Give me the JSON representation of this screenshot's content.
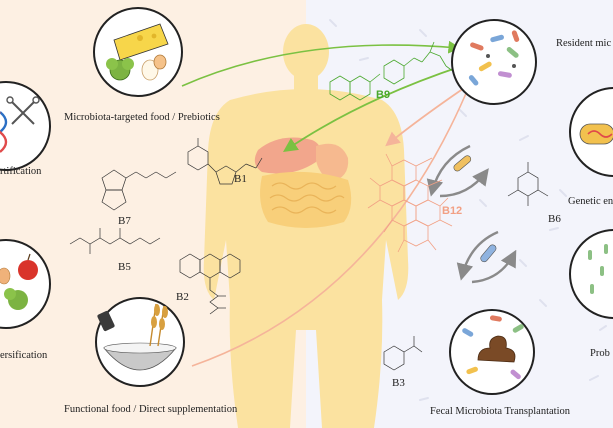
{
  "labels": {
    "prebiotics": "Microbiota-targeted food / Prebiotics",
    "functional_food": "Functional food / Direct supplementation",
    "fmt": "Fecal Microbiota Transplantation",
    "resident": "Resident mic",
    "genetic": "Genetic en",
    "probiotics": "Prob",
    "fortification": "rtification",
    "diversification": "ersification"
  },
  "vitamins": {
    "b9": "B9",
    "b1": "B1",
    "b7": "B7",
    "b5": "B5",
    "b2": "B2",
    "b12": "B12",
    "b6": "B6",
    "b3": "B3"
  },
  "colors": {
    "left_bg": "#fdf0e3",
    "right_bg": "#f3f4fb",
    "silhouette": "#fbe2a0",
    "green_arrow": "#7bc142",
    "pink_arrow": "#f5b49a",
    "b12_pink": "#f2a084",
    "b9_green": "#4aa82e"
  }
}
